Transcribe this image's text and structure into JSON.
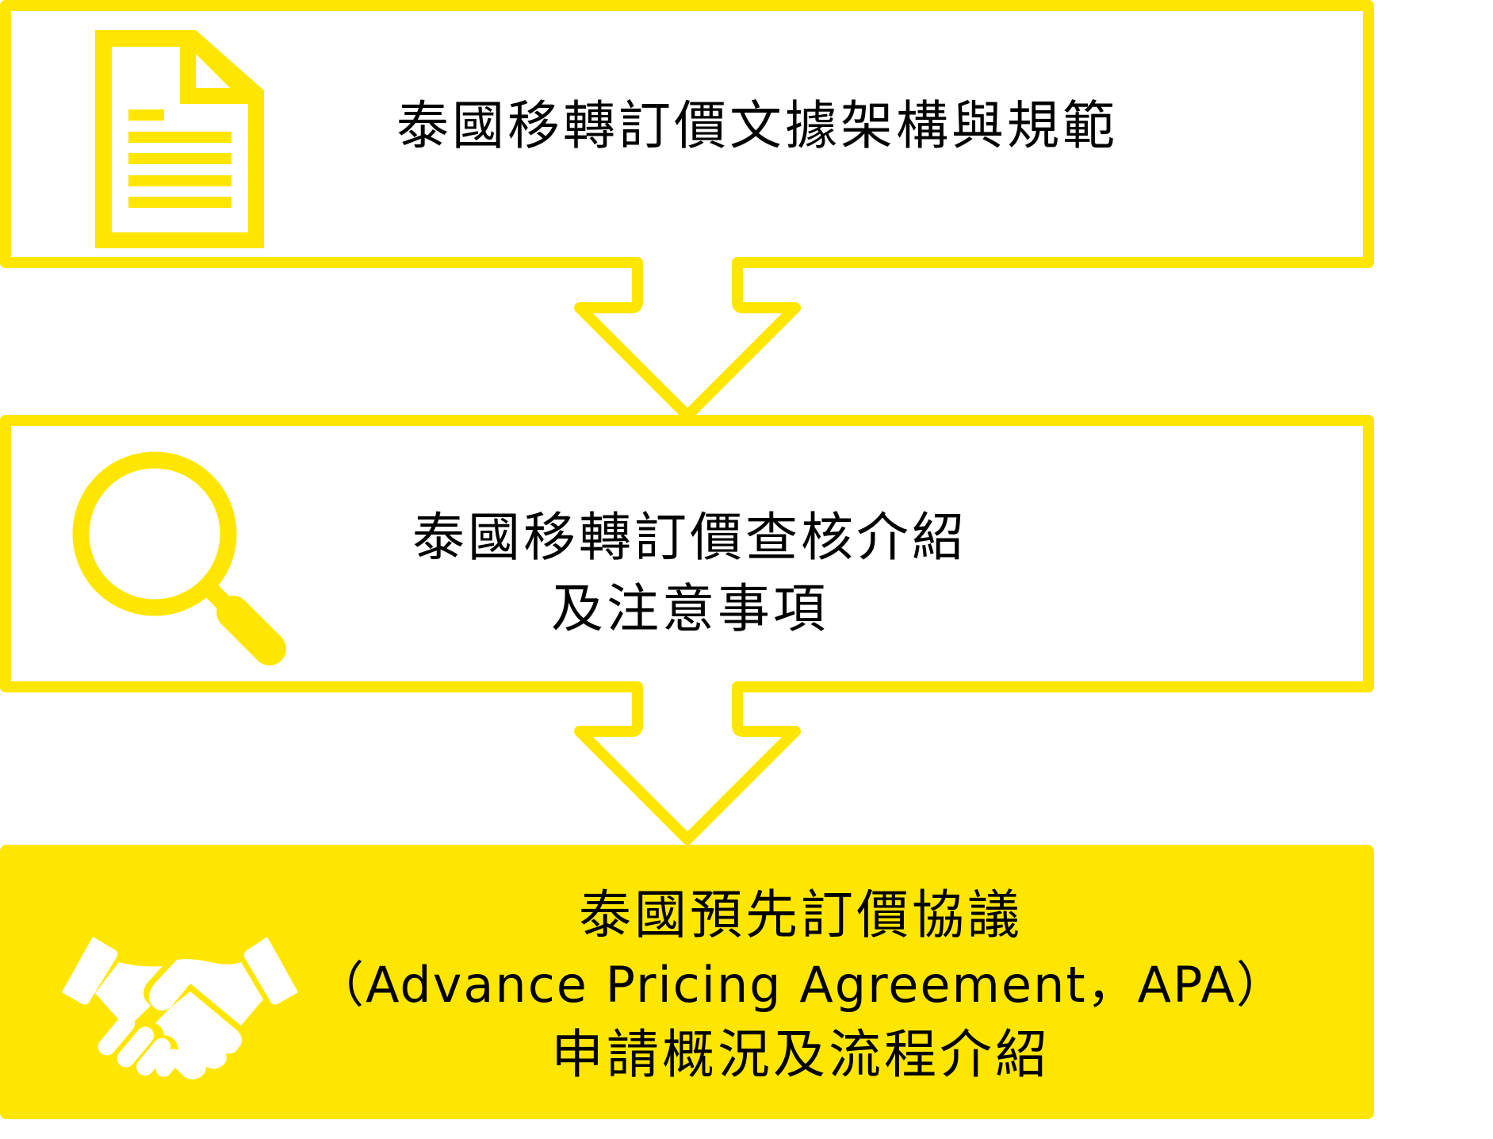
{
  "colors": {
    "accent": "#FFE600",
    "text": "#000000",
    "background": "#FFFFFF",
    "icon_on_accent": "#FFFFFF"
  },
  "steps": [
    {
      "icon": "document-icon",
      "lines": [
        "泰國移轉訂價文據架構與規範"
      ],
      "style": "outlined"
    },
    {
      "icon": "magnifier-icon",
      "lines": [
        "泰國移轉訂價查核介紹",
        "及注意事項"
      ],
      "style": "outlined"
    },
    {
      "icon": "handshake-icon",
      "lines": [
        "泰國預先訂價協議",
        "（Advance Pricing Agreement，APA）",
        "申請概況及流程介紹"
      ],
      "style": "filled"
    }
  ],
  "connectors": [
    {
      "icon": "down-arrow-icon",
      "from": 1,
      "to": 2
    },
    {
      "icon": "down-arrow-icon",
      "from": 2,
      "to": 3
    }
  ]
}
